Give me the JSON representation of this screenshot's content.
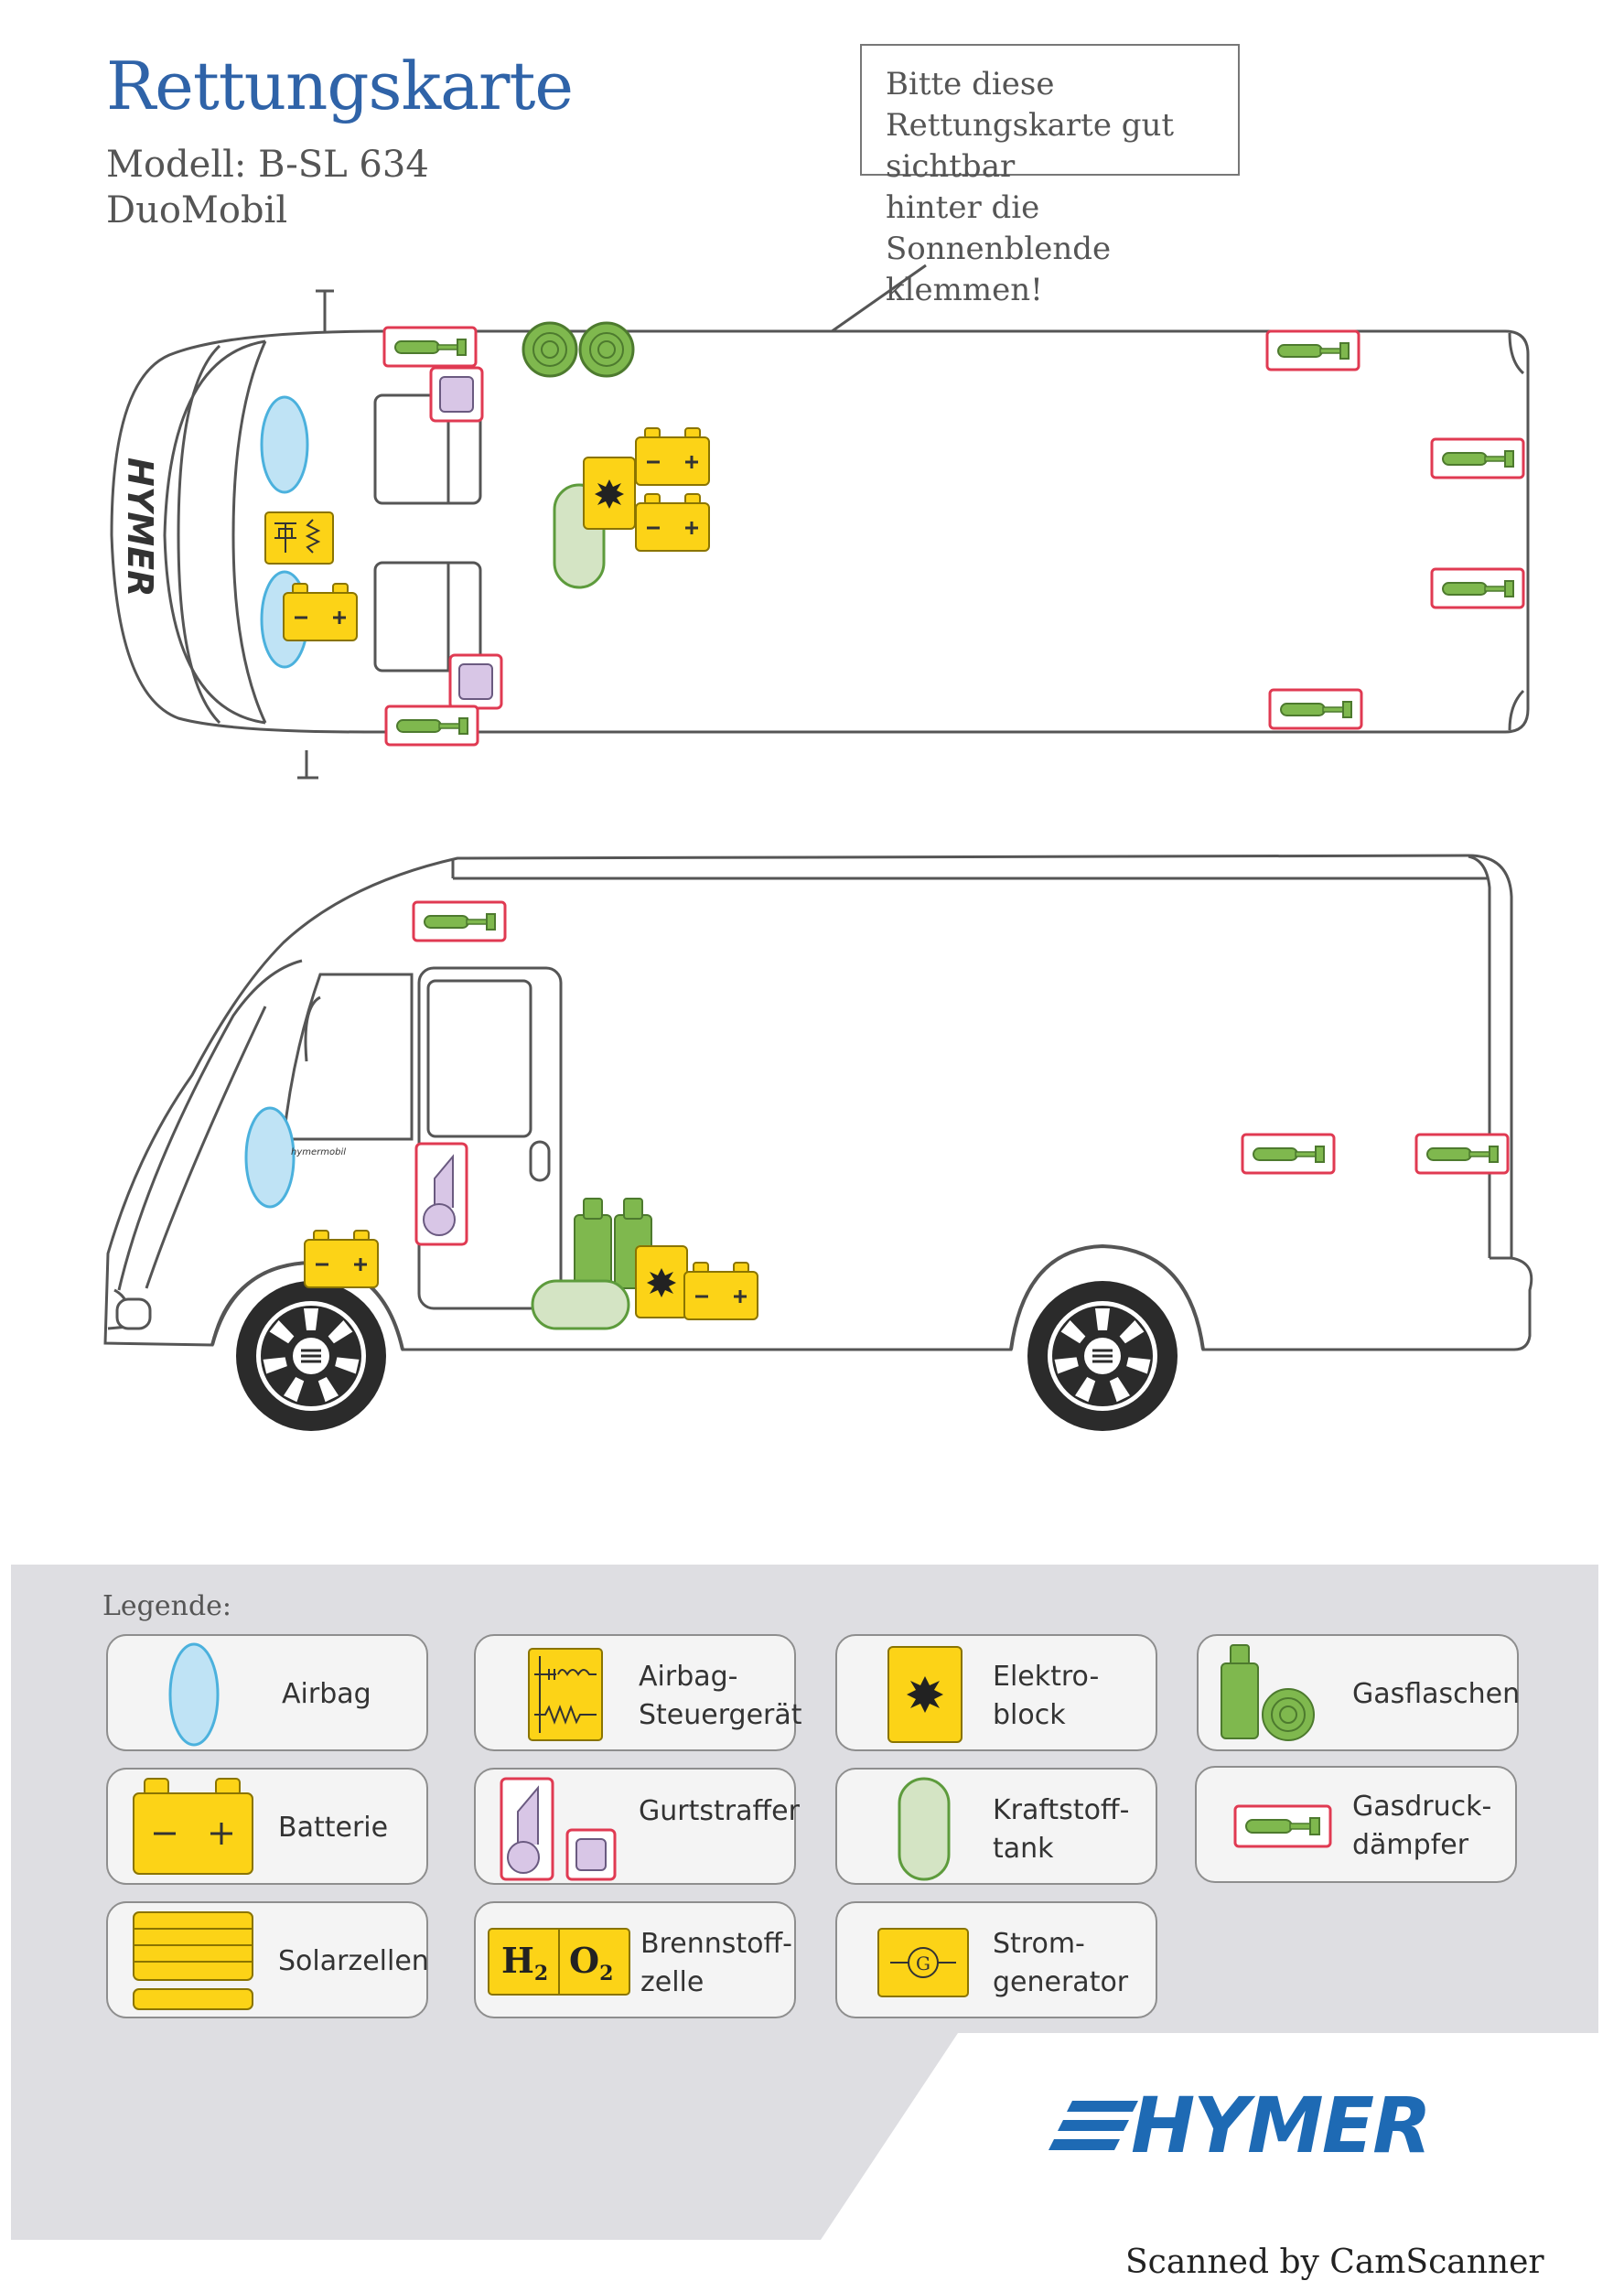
{
  "header": {
    "title": "Rettungskarte",
    "model_line1": "Modell: B-SL 634",
    "model_line2": "DuoMobil",
    "notice_line1": "Bitte diese Rettungskarte gut sichtbar",
    "notice_line2": "hinter die Sonnenblende klemmen!"
  },
  "legend": {
    "title": "Legende:",
    "items": [
      {
        "icon": "airbag-icon",
        "line1": "Airbag",
        "line2": ""
      },
      {
        "icon": "airbag-control-unit-icon",
        "line1": "Airbag-",
        "line2": "Steuergerät"
      },
      {
        "icon": "electro-block-icon",
        "line1": "Elektro-",
        "line2": "block"
      },
      {
        "icon": "gas-bottles-icon",
        "line1": "Gasflaschen",
        "line2": ""
      },
      {
        "icon": "battery-icon",
        "line1": "Batterie",
        "line2": ""
      },
      {
        "icon": "belt-tensioner-icon",
        "line1": "Gurtstraffer",
        "line2": ""
      },
      {
        "icon": "fuel-tank-icon",
        "line1": "Kraftstoff-",
        "line2": "tank"
      },
      {
        "icon": "gas-strut-icon",
        "line1": "Gasdruck-",
        "line2": "dämpfer"
      },
      {
        "icon": "solar-cells-icon",
        "line1": "Solarzellen",
        "line2": ""
      },
      {
        "icon": "fuel-cell-icon",
        "line1": "Brennstoff-",
        "line2": "zelle"
      },
      {
        "icon": "power-generator-icon",
        "line1": "Strom-",
        "line2": "generator"
      }
    ]
  },
  "brand": {
    "logo_text": "HYMER",
    "van_logo_text": "HYMER",
    "van_side_text": "hymermobil"
  },
  "icon_labels": {
    "fuel_cell_h": "H",
    "fuel_cell_o": "O",
    "fuel_cell_sub": "2",
    "generator_g": "G",
    "battery_minus": "−",
    "battery_plus": "+"
  },
  "colors": {
    "title_blue": "#2f63a8",
    "brand_blue": "#1e6ab4",
    "airbag_blue": "#bfe3f5",
    "airbag_stroke": "#4bb1dd",
    "warning_yellow": "#fcd317",
    "gas_green": "#7fb84e",
    "fuel_tank_green": "#d4e4c4",
    "tensioner_purple": "#d8c6e6",
    "strut_red": "#e03a52",
    "legend_bg": "#dedee2"
  },
  "footer": {
    "scanned_by": "Scanned by CamScanner"
  }
}
